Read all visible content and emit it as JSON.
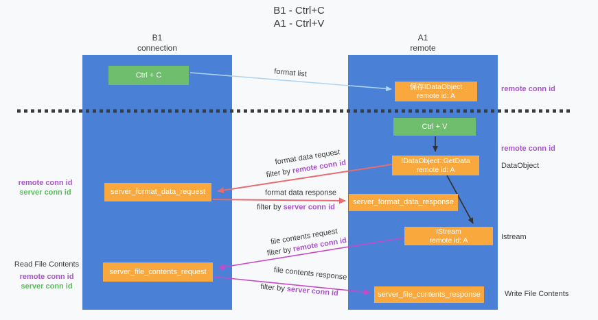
{
  "title": {
    "line1": "B1 - Ctrl+C",
    "line2": "A1 - Ctrl+V"
  },
  "columns": {
    "left": {
      "name": "B1",
      "role": "connection"
    },
    "right": {
      "name": "A1",
      "role": "remote"
    }
  },
  "boxes": {
    "ctrl_c": "Ctrl + C",
    "ctrl_v": "Ctrl + V",
    "save_idataobject": {
      "line1": "保存IDataObject",
      "line2": "remote id: A"
    },
    "getdata": {
      "line1": "IDataObject::GetData",
      "line2": "remote id: A"
    },
    "istream": {
      "line1": "IStream",
      "line2": "remote id: A"
    },
    "format_request": "server_format_data_request",
    "format_response": "server_format_data_response",
    "file_request": "server_file_contents_request",
    "file_response": "server_file_contents_response"
  },
  "flow_labels": {
    "format_list": "format list",
    "format_data_request": "format data request",
    "format_data_response": "format data response",
    "file_contents_request": "file contents request",
    "file_contents_response": "file contents response",
    "filter_by": "filter by",
    "remote_conn_id": "remote conn id",
    "server_conn_id": "server conn id"
  },
  "side_labels": {
    "remote_conn_id_top": "remote conn id",
    "remote_conn_id_mid": "remote conn id",
    "dataobject": "DataObject",
    "istream": "Istream",
    "write_file_contents": "Write File Contents",
    "read_file_contents": "Read File Contents",
    "left_remote_conn_id_1": "remote conn id",
    "left_server_conn_id_1": "server conn id",
    "left_remote_conn_id_2": "remote conn id",
    "left_server_conn_id_2": "server conn id"
  },
  "colors": {
    "background": "#f8f9fa",
    "lifeline_blue": "#4a81d6",
    "box_green": "#6ebe6e",
    "box_orange": "#f8a83d",
    "arrow_light_blue": "#aed4f2",
    "arrow_black": "#333333",
    "arrow_salmon": "#e76b70",
    "arrow_magenta": "#c649c6",
    "text_purple": "#a855c8",
    "text_green": "#5bba5b",
    "text_dark": "#3b3b3b",
    "dashed_line": "#3b3b3b"
  }
}
